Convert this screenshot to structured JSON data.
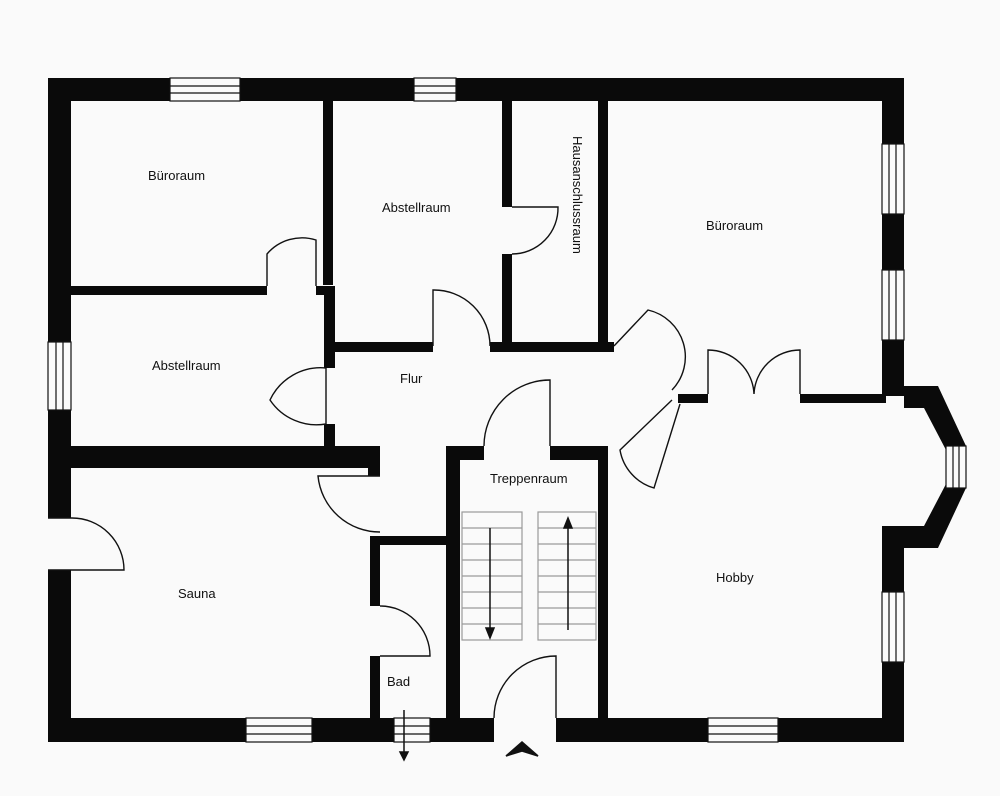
{
  "rooms": {
    "buero_links": "Büroraum",
    "abstell_oben": "Abstellraum",
    "hausanschluss": "Hausanschlussraum",
    "buero_rechts": "Büroraum",
    "abstell_links": "Abstellraum",
    "flur": "Flur",
    "treppenraum": "Treppenraum",
    "sauna": "Sauna",
    "hobby": "Hobby",
    "bad": "Bad"
  },
  "colors": {
    "wall": "#0a0a0a",
    "background": "#fafafa",
    "door": "#111111",
    "stair": "#9a9a9a"
  }
}
